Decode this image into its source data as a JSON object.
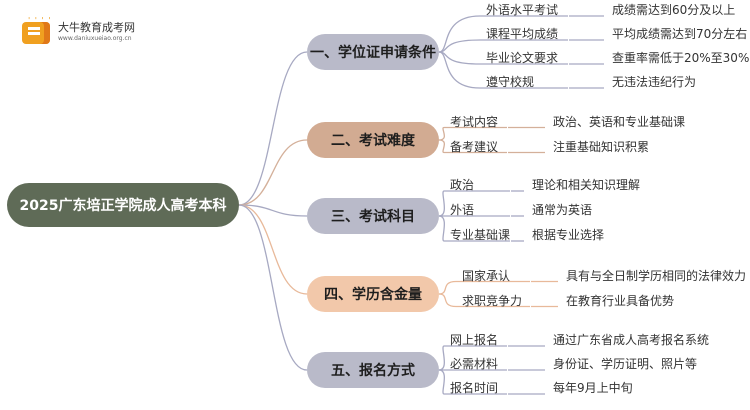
{
  "logo": {
    "name": "大牛教育成考网",
    "url": "www.daniuxueiao.org.cn",
    "icon": "book-icon"
  },
  "root": {
    "label": "2025广东培正学院成人高考本科"
  },
  "branches": [
    {
      "label": "一、学位证申请条件",
      "color": "#b9bac9",
      "line": "#a7a9c2",
      "items": [
        {
          "label": "外语水平考试",
          "detail": "成绩需达到60分及以上"
        },
        {
          "label": "课程平均成绩",
          "detail": "平均成绩需达到70分左右"
        },
        {
          "label": "毕业论文要求",
          "detail": "查重率需低于20%至30%"
        },
        {
          "label": "遵守校规",
          "detail": "无违法违纪行为"
        }
      ]
    },
    {
      "label": "二、考试难度",
      "color": "#d2ab92",
      "line": "#d4b09a",
      "items": [
        {
          "label": "考试内容",
          "detail": "政治、英语和专业基础课"
        },
        {
          "label": "备考建议",
          "detail": "注重基础知识积累"
        }
      ]
    },
    {
      "label": "三、考试科目",
      "color": "#b9bac9",
      "line": "#a7a9c2",
      "items": [
        {
          "label": "政治",
          "detail": "理论和相关知识理解"
        },
        {
          "label": "外语",
          "detail": "通常为英语"
        },
        {
          "label": "专业基础课",
          "detail": "根据专业选择"
        }
      ]
    },
    {
      "label": "四、学历含金量",
      "color": "#f2c8aa",
      "line": "#e8b99a",
      "items": [
        {
          "label": "国家承认",
          "detail": "具有与全日制学历相同的法律效力"
        },
        {
          "label": "求职竞争力",
          "detail": "在教育行业具备优势"
        }
      ]
    },
    {
      "label": "五、报名方式",
      "color": "#b9bac9",
      "line": "#a7a9c2",
      "items": [
        {
          "label": "网上报名",
          "detail": "通过广东省成人高考报名系统"
        },
        {
          "label": "必需材料",
          "detail": "身份证、学历证明、照片等"
        },
        {
          "label": "报名时间",
          "detail": "每年9月上中旬"
        }
      ]
    }
  ]
}
